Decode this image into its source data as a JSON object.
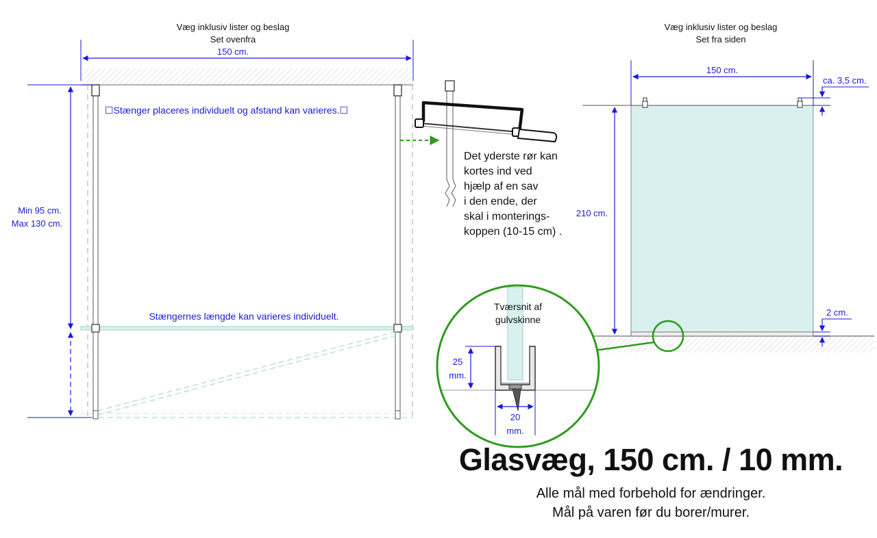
{
  "top_view": {
    "caption_line1": "Væg inklusiv lister og beslag",
    "caption_line2": "Set ovenfra",
    "width_label": "150 cm.",
    "height_min_label": "Min 95 cm.",
    "height_max_label": "Max 130 cm.",
    "rod_note": "☐Stænger placeres individuelt og afstand kan varieres.☐",
    "length_note": "Stængernes længde kan varieres individuelt."
  },
  "rod_detail": {
    "note_lines": [
      "Det yderste rør kan",
      "kortes ind ved",
      "hjælp af  en sav",
      "i den ende, der",
      "skal i monterings-",
      "koppen (10-15 cm) ."
    ]
  },
  "side_view": {
    "caption_line1": "Væg inklusiv lister og beslag",
    "caption_line2": "Set fra siden",
    "width_label": "150 cm.",
    "height_label": "210 cm.",
    "top_gap_label": "ca. 3,5 cm.",
    "bottom_gap_label": "2 cm."
  },
  "cross_section": {
    "title_line1": "Tværsnit af",
    "title_line2": "gulvskinne",
    "height_value": "25",
    "height_unit": "mm.",
    "width_value": "20",
    "width_unit": "mm."
  },
  "footer": {
    "title": "Glasvæg, 150 cm. / 10 mm.",
    "disclaimer_line1": "Alle mål med forbehold for ændringer.",
    "disclaimer_line2": "Mål på varen før du borer/murer."
  },
  "colors": {
    "dimension": "#1a1ad6",
    "glass": "#d9f1ee",
    "glass_edge": "#9ad3cc",
    "accent_green": "#2e9a1e",
    "outline": "#333333"
  }
}
